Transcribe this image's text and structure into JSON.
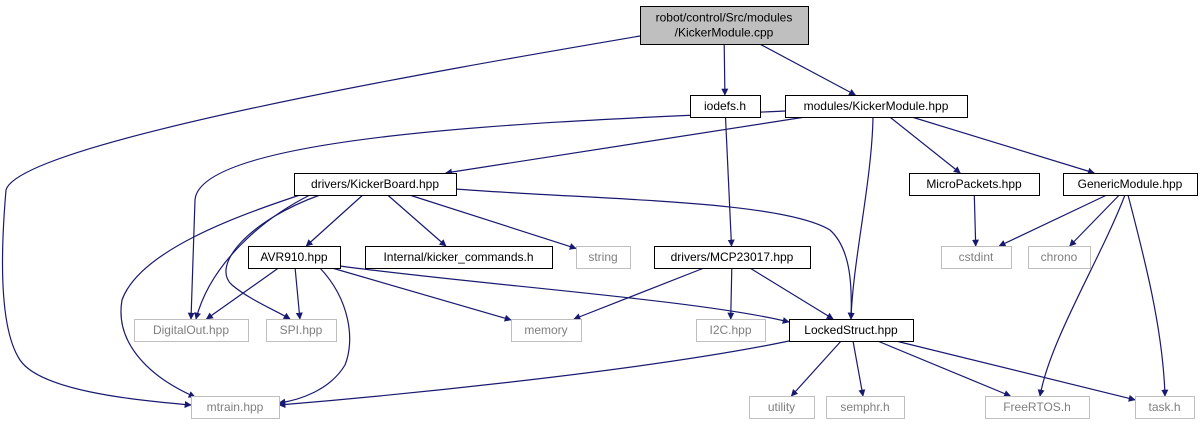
{
  "colors": {
    "edge": "#191970",
    "root_fill": "#bfbfbf",
    "node_border": "#000000",
    "system_border": "#bfbfbf",
    "system_text": "#7f7f7f",
    "text": "#000000"
  },
  "nodes": {
    "root": {
      "lines": [
        "robot/control/Src/modules",
        "/KickerModule.cpp"
      ],
      "style": "root"
    },
    "iodefs": {
      "lines": [
        "iodefs.h"
      ],
      "style": "local"
    },
    "kickermodule_hpp": {
      "lines": [
        "modules/KickerModule.hpp"
      ],
      "style": "local"
    },
    "kickerboard": {
      "lines": [
        "drivers/KickerBoard.hpp"
      ],
      "style": "local"
    },
    "micropackets": {
      "lines": [
        "MicroPackets.hpp"
      ],
      "style": "local"
    },
    "genericmodule": {
      "lines": [
        "GenericModule.hpp"
      ],
      "style": "local"
    },
    "avr910": {
      "lines": [
        "AVR910.hpp"
      ],
      "style": "local"
    },
    "kicker_commands": {
      "lines": [
        "Internal/kicker_commands.h"
      ],
      "style": "local"
    },
    "string": {
      "lines": [
        "string"
      ],
      "style": "system"
    },
    "mcp23017": {
      "lines": [
        "drivers/MCP23017.hpp"
      ],
      "style": "local"
    },
    "cstdint": {
      "lines": [
        "cstdint"
      ],
      "style": "system"
    },
    "chrono": {
      "lines": [
        "chrono"
      ],
      "style": "system"
    },
    "digitalout": {
      "lines": [
        "DigitalOut.hpp"
      ],
      "style": "system"
    },
    "spi": {
      "lines": [
        "SPI.hpp"
      ],
      "style": "system"
    },
    "memory": {
      "lines": [
        "memory"
      ],
      "style": "system"
    },
    "i2c": {
      "lines": [
        "I2C.hpp"
      ],
      "style": "system"
    },
    "lockedstruct": {
      "lines": [
        "LockedStruct.hpp"
      ],
      "style": "local"
    },
    "mtrain": {
      "lines": [
        "mtrain.hpp"
      ],
      "style": "system"
    },
    "utility": {
      "lines": [
        "utility"
      ],
      "style": "system"
    },
    "semphr": {
      "lines": [
        "semphr.h"
      ],
      "style": "system"
    },
    "freertos": {
      "lines": [
        "FreeRTOS.h"
      ],
      "style": "system"
    },
    "task": {
      "lines": [
        "task.h"
      ],
      "style": "system"
    }
  },
  "edges": [
    [
      "root",
      "mtrain"
    ],
    [
      "root",
      "iodefs"
    ],
    [
      "root",
      "kickermodule_hpp"
    ],
    [
      "iodefs",
      "mcp23017"
    ],
    [
      "kickermodule_hpp",
      "digitalout"
    ],
    [
      "kickermodule_hpp",
      "kickerboard"
    ],
    [
      "kickermodule_hpp",
      "lockedstruct"
    ],
    [
      "kickermodule_hpp",
      "micropackets"
    ],
    [
      "kickermodule_hpp",
      "genericmodule"
    ],
    [
      "kickerboard",
      "mtrain"
    ],
    [
      "kickerboard",
      "digitalout"
    ],
    [
      "kickerboard",
      "spi"
    ],
    [
      "kickerboard",
      "avr910"
    ],
    [
      "kickerboard",
      "kicker_commands"
    ],
    [
      "kickerboard",
      "string"
    ],
    [
      "kickerboard",
      "lockedstruct"
    ],
    [
      "micropackets",
      "cstdint"
    ],
    [
      "genericmodule",
      "cstdint"
    ],
    [
      "genericmodule",
      "chrono"
    ],
    [
      "genericmodule",
      "freertos"
    ],
    [
      "genericmodule",
      "task"
    ],
    [
      "avr910",
      "digitalout"
    ],
    [
      "avr910",
      "spi"
    ],
    [
      "avr910",
      "memory"
    ],
    [
      "avr910",
      "lockedstruct"
    ],
    [
      "avr910",
      "mtrain"
    ],
    [
      "mcp23017",
      "memory"
    ],
    [
      "mcp23017",
      "i2c"
    ],
    [
      "mcp23017",
      "lockedstruct"
    ],
    [
      "lockedstruct",
      "mtrain"
    ],
    [
      "lockedstruct",
      "utility"
    ],
    [
      "lockedstruct",
      "semphr"
    ],
    [
      "lockedstruct",
      "freertos"
    ],
    [
      "lockedstruct",
      "task"
    ]
  ]
}
